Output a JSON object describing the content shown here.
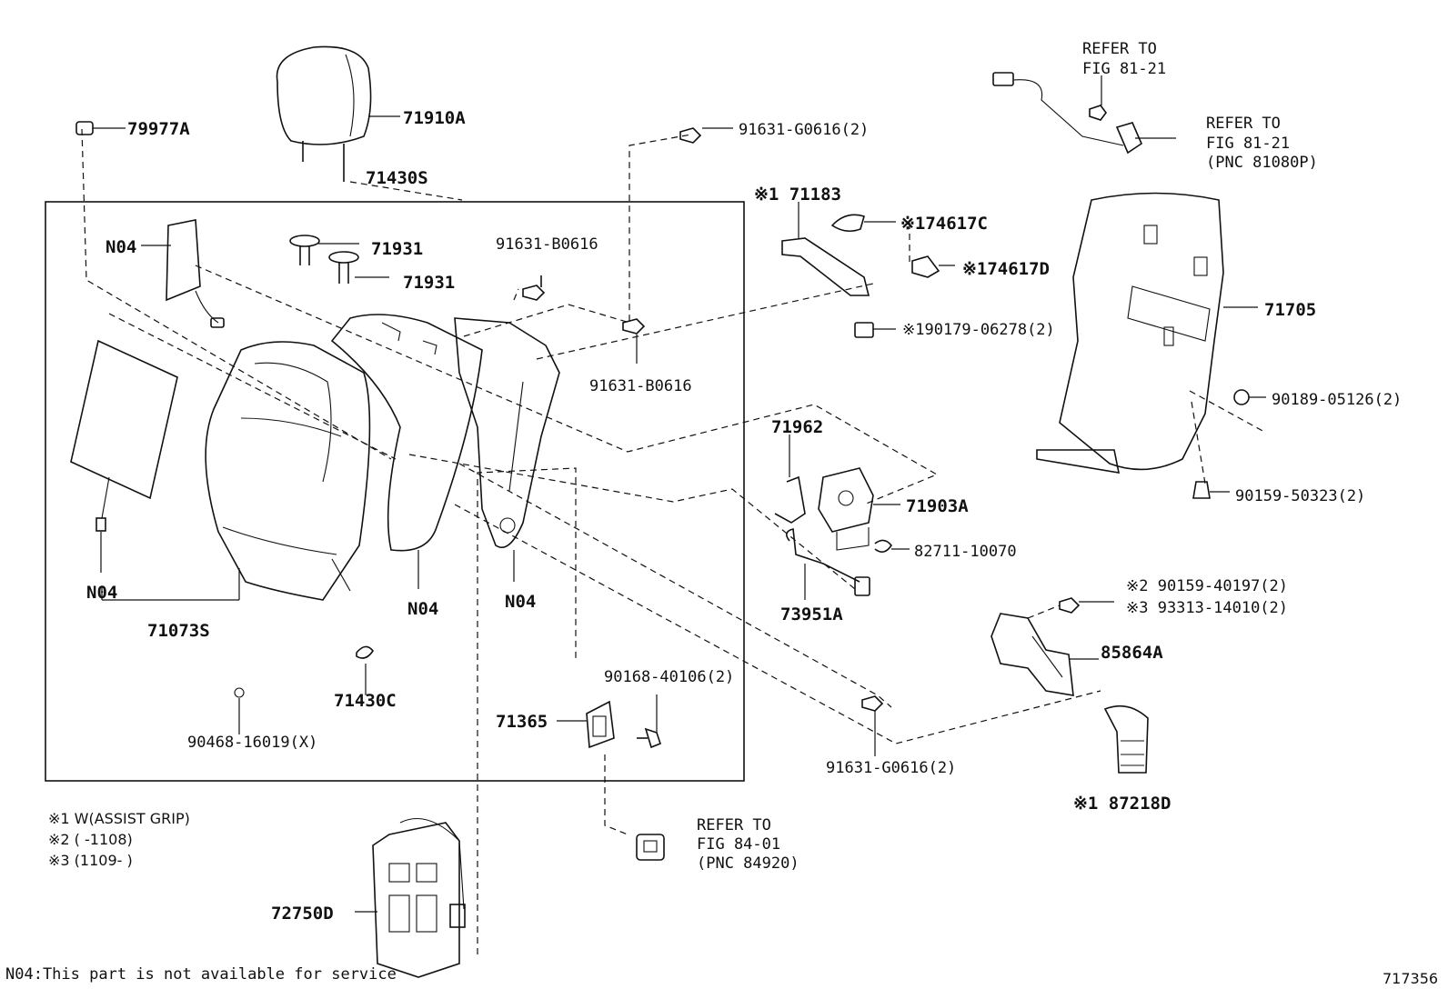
{
  "labels": {
    "p79977a": "79977A",
    "p71910a": "71910A",
    "p71430s": "71430S",
    "n04_a": "N04",
    "p71931_a": "71931",
    "p71931_b": "71931",
    "p91631_b0616_a": "91631-B0616",
    "p91631_g0616_top": "91631-G0616(2)",
    "p91631_b0616_b": "91631-B0616",
    "p71183": "※1 71183",
    "p74617c": "※174617C",
    "p74617d": "※174617D",
    "p90179": "※190179-06278(2)",
    "refer1_a": "REFER TO",
    "refer1_b": "FIG 81-21",
    "refer2_a": "REFER TO",
    "refer2_b": "FIG 81-21",
    "refer2_c": "(PNC 81080P)",
    "p71705": "71705",
    "p90189": "90189-05126(2)",
    "p90159_50323": "90159-50323(2)",
    "p71962": "71962",
    "p71903a": "71903A",
    "p82711": "82711-10070",
    "p73951a": "73951A",
    "p90159_40197": "※2 90159-40197(2)",
    "p93313": "※3 93313-14010(2)",
    "p85864a": "85864A",
    "p87218d": "※1 87218D",
    "p91631_g0616_bot": "91631-G0616(2)",
    "n04_b": "N04",
    "n04_c": "N04",
    "n04_d": "N04",
    "p71073s": "71073S",
    "p71430c": "71430C",
    "p90468": "90468-16019(X)",
    "p71365": "71365",
    "p90168": "90168-40106(2)",
    "refer3_a": "REFER TO",
    "refer3_b": "FIG 84-01",
    "refer3_c": "(PNC 84920)",
    "p72750d": "72750D"
  },
  "notes": {
    "note1": "※1 W(ASSIST GRIP)",
    "note2": "※2 (      -1108)",
    "note3": "※3 (1109-      )",
    "n04_note": "N04:This part is not available for service",
    "diagram_id": "717356"
  }
}
